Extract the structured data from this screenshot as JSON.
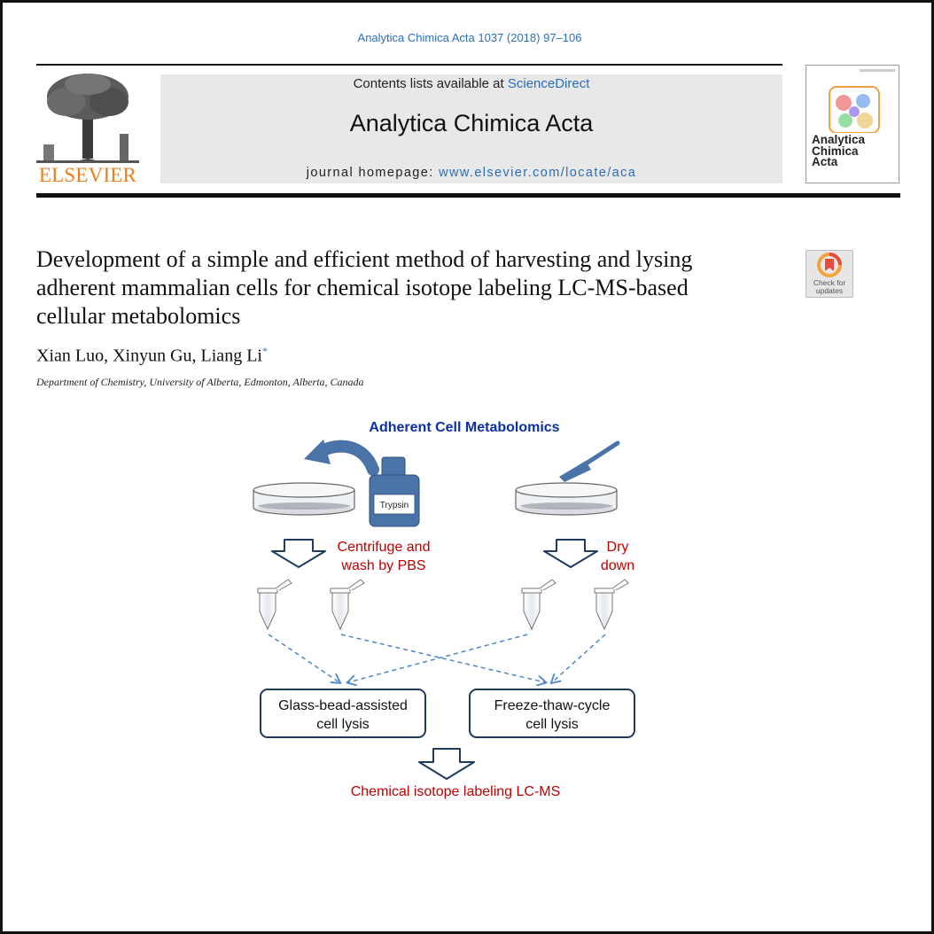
{
  "header": {
    "citation": "Analytica Chimica Acta 1037 (2018) 97–106",
    "contents_prefix": "Contents lists available at ",
    "contents_link": "ScienceDirect",
    "journal_title": "Analytica Chimica Acta",
    "homepage_prefix": "journal homepage: ",
    "homepage_url": "www.elsevier.com/locate/aca",
    "publisher_logo": "ELSEVIER",
    "cover_title_lines": [
      "Analytica",
      "Chimica",
      "Acta"
    ]
  },
  "badge": {
    "line1": "Check for",
    "line2": "updates"
  },
  "article": {
    "title": "Development of a simple and efficient method of harvesting and lysing adherent mammalian cells for chemical isotope labeling LC-MS-based cellular metabolomics",
    "authors": "Xian Luo, Xinyun Gu, Liang Li",
    "corresponding_mark": "*",
    "affiliation": "Department of Chemistry, University of Alberta, Edmonton, Alberta, Canada"
  },
  "graphical_abstract": {
    "title": "Adherent Cell Metabolomics",
    "bottle_label": "Trypsin",
    "step_left": [
      "Centrifuge and",
      "wash by PBS"
    ],
    "step_right": [
      "Dry",
      "down"
    ],
    "box_left": [
      "Glass-bead-assisted",
      "cell lysis"
    ],
    "box_right": [
      "Freeze-thaw-cycle",
      "cell lysis"
    ],
    "final": "Chemical isotope labeling LC-MS"
  },
  "colors": {
    "link_blue": "#2a6ebb",
    "elsevier_orange": "#f07d1b",
    "ga_title_blue": "#0b2fa8",
    "ga_red": "#c00000",
    "ga_navy": "#1f3a5f",
    "ga_steel": "#4a74a8"
  }
}
